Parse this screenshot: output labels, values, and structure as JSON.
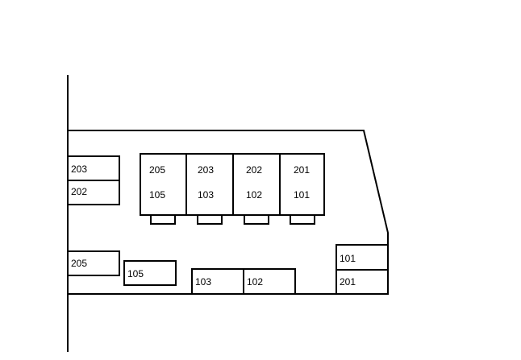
{
  "colors": {
    "line": "#000000",
    "background": "#ffffff"
  },
  "left_wall_top": [
    "203",
    "202"
  ],
  "center_block": {
    "top_row": [
      "205",
      "203",
      "202",
      "201"
    ],
    "bottom_row": [
      "105",
      "103",
      "102",
      "101"
    ]
  },
  "left_wall_bottom": [
    "205",
    "105"
  ],
  "bottom_row": [
    "103",
    "102"
  ],
  "right_stack": [
    "101",
    "201"
  ]
}
